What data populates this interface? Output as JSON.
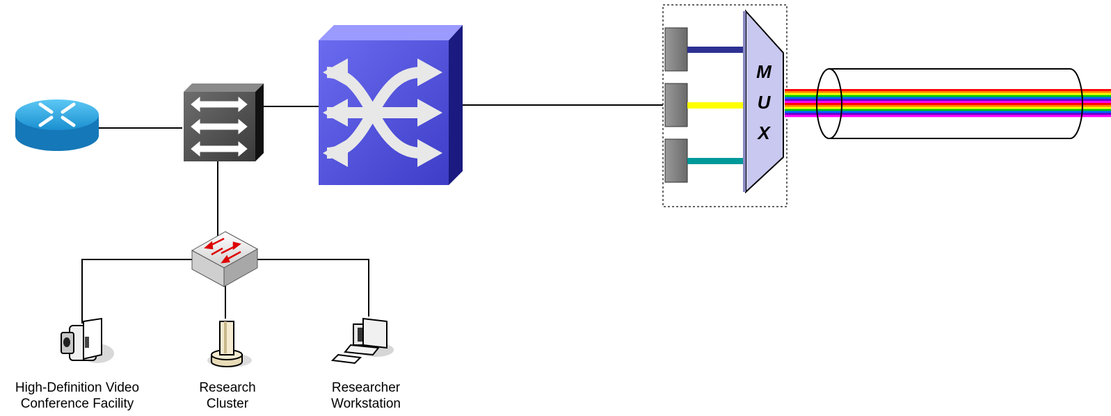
{
  "mux": {
    "letters": [
      "M",
      "U",
      "X"
    ],
    "channel_colors": [
      "#2e3192",
      "#ffff00",
      "#009999"
    ]
  },
  "devices": [
    {
      "icon": "video-camera-icon",
      "line1": "High-Definition Video",
      "line2": "Conference Facility"
    },
    {
      "icon": "cluster-icon",
      "line1": "Research",
      "line2": "Cluster"
    },
    {
      "icon": "workstation-icon",
      "line1": "Researcher",
      "line2": "Workstation"
    }
  ],
  "nodes": [
    "router-icon",
    "multilayer-switch-icon",
    "optical-cross-connect-icon",
    "workgroup-switch-icon",
    "fiber-cable-icon"
  ],
  "colors": {
    "router": "#1a9fd9",
    "optical_switch": "#5a5ae6",
    "mux_fill": "#c8c8f0",
    "rainbow": [
      "#ff0000",
      "#ff8800",
      "#ffff00",
      "#00cc00",
      "#0066ff",
      "#6600cc",
      "#ff00ff"
    ]
  }
}
